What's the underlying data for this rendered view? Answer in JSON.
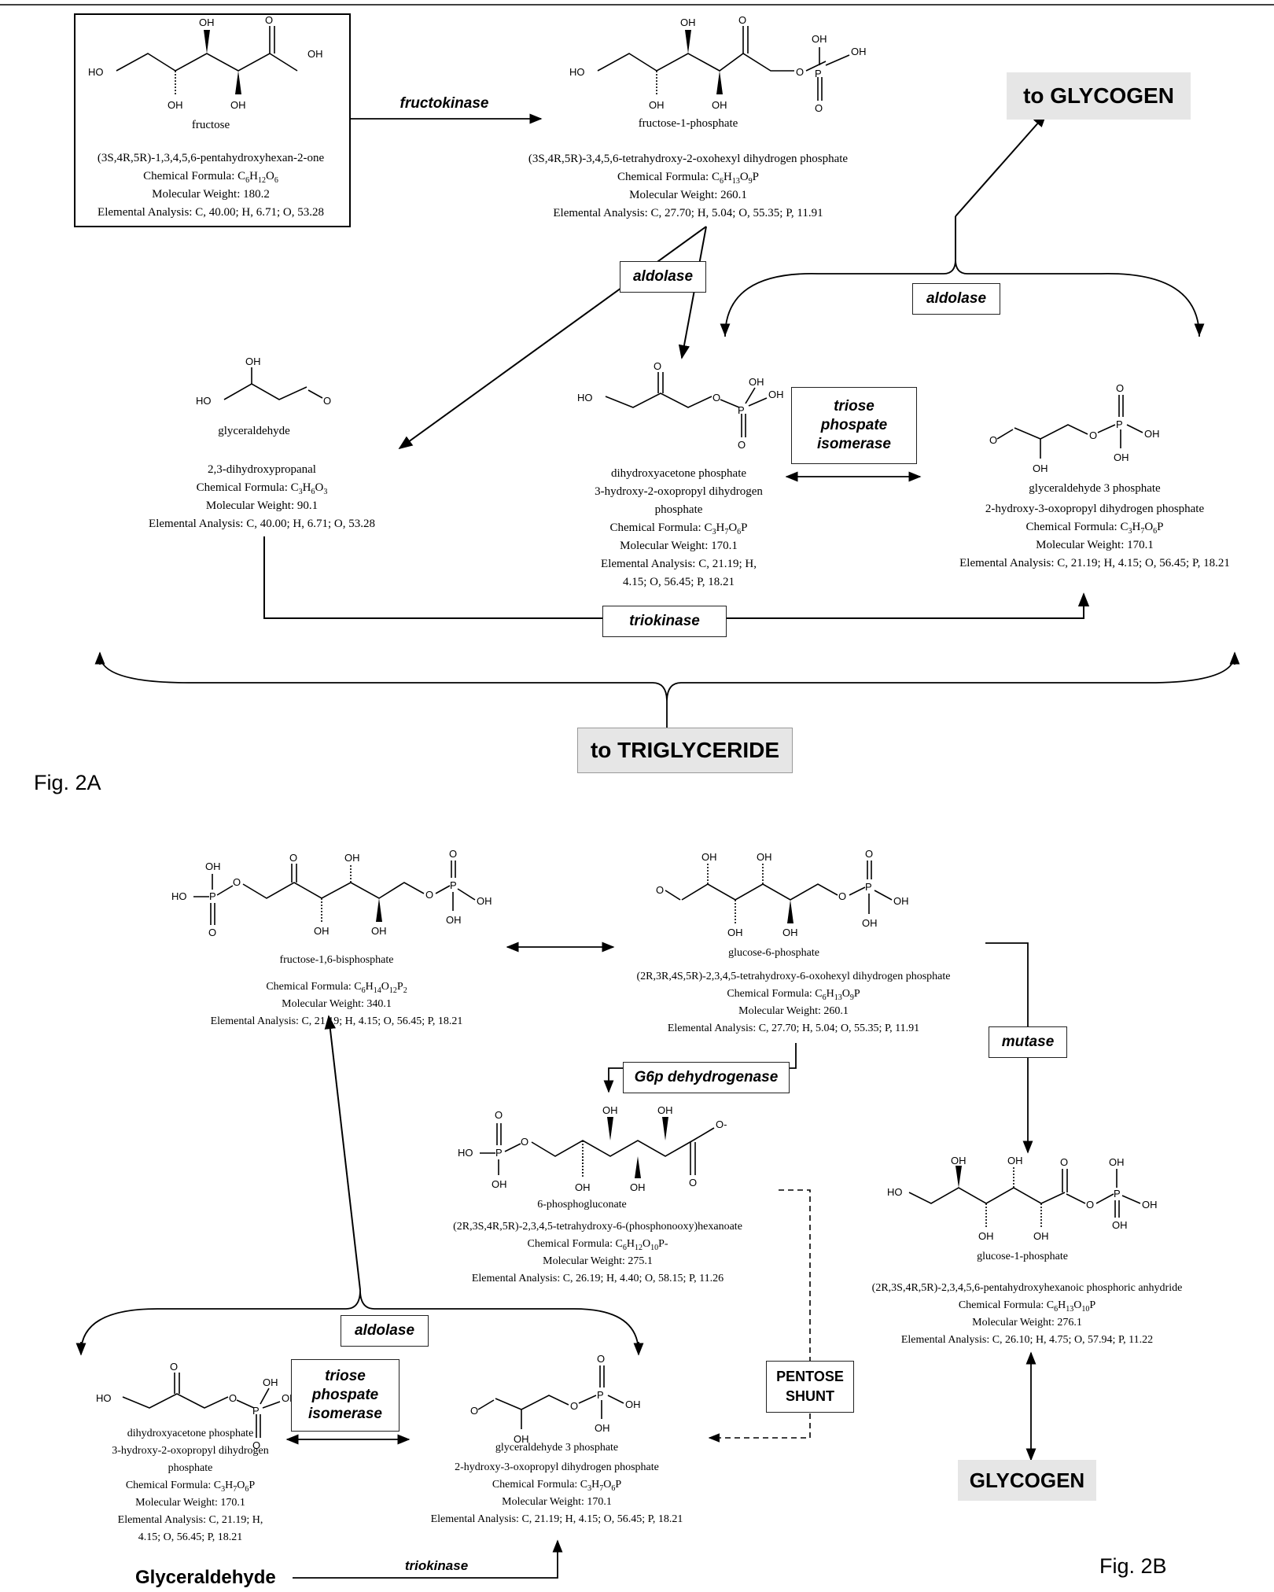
{
  "fig2a": {
    "label": "Fig. 2A",
    "fructose": {
      "name": "fructose",
      "iupac": "(3S,4R,5R)-1,3,4,5,6-pentahydroxyhexan-2-one",
      "formula": "Chemical Formula: C6H12O6",
      "mw": "Molecular Weight: 180.2",
      "ea": "Elemental Analysis: C, 40.00; H, 6.71; O, 53.28"
    },
    "f1p": {
      "name": "fructose-1-phosphate",
      "iupac": "(3S,4R,5R)-3,4,5,6-tetrahydroxy-2-oxohexyl dihydrogen phosphate",
      "formula": "Chemical Formula: C6H13O9P",
      "mw": "Molecular Weight: 260.1",
      "ea": "Elemental Analysis: C, 27.70; H, 5.04; O, 55.35; P, 11.91"
    },
    "glyceraldehyde": {
      "name": "glyceraldehyde",
      "iupac": "2,3-dihydroxypropanal",
      "formula": "Chemical Formula: C3H6O3",
      "mw": "Molecular Weight: 90.1",
      "ea": "Elemental Analysis: C, 40.00; H, 6.71; O, 53.28"
    },
    "dhap": {
      "name": "dihydroxyacetone phosphate",
      "iupac": "3-hydroxy-2-oxopropyl dihydrogen\nphosphate",
      "formula": "Chemical Formula: C3H7O6P",
      "mw": "Molecular Weight: 170.1",
      "ea": "Elemental Analysis: C, 21.19; H,\n4.15; O, 56.45; P, 18.21"
    },
    "g3p": {
      "name": "glyceraldehyde 3 phosphate",
      "iupac": "2-hydroxy-3-oxopropyl dihydrogen phosphate",
      "formula": "Chemical Formula: C3H7O6P",
      "mw": "Molecular Weight: 170.1",
      "ea": "Elemental Analysis: C, 21.19; H, 4.15; O, 56.45; P, 18.21"
    },
    "enzymes": {
      "fructokinase": "fructokinase",
      "aldolase_left": "aldolase",
      "aldolase_right": "aldolase",
      "tpi": "triose\nphospate\nisomerase",
      "triokinase": "triokinase"
    },
    "to_glycogen": "to GLYCOGEN",
    "to_triglyceride": "to TRIGLYCERIDE"
  },
  "fig2b": {
    "label": "Fig. 2B",
    "f16bp": {
      "name": "fructose-1,6-bisphosphate",
      "formula": "Chemical Formula: C6H14O12P2",
      "mw": "Molecular Weight: 340.1",
      "ea": "Elemental Analysis: C, 21.19; H, 4.15; O, 56.45; P, 18.21"
    },
    "g6p": {
      "name": "glucose-6-phosphate",
      "iupac": "(2R,3R,4S,5R)-2,3,4,5-tetrahydroxy-6-oxohexyl dihydrogen phosphate",
      "formula": "Chemical Formula: C6H13O9P",
      "mw": "Molecular Weight: 260.1",
      "ea": "Elemental Analysis: C, 27.70; H, 5.04; O, 55.35; P, 11.91"
    },
    "pg6": {
      "name": "6-phosphogluconate",
      "iupac": "(2R,3S,4R,5R)-2,3,4,5-tetrahydroxy-6-(phosphonooxy)hexanoate",
      "formula": "Chemical Formula: C6H12O10P-",
      "mw": "Molecular Weight: 275.1",
      "ea": "Elemental Analysis: C, 26.19; H, 4.40; O, 58.15; P, 11.26"
    },
    "g1p": {
      "name": "glucose-1-phosphate",
      "iupac": "(2R,3S,4R,5R)-2,3,4,5,6-pentahydroxyhexanoic phosphoric anhydride",
      "formula": "Chemical Formula: C6H13O10P",
      "mw": "Molecular Weight: 276.1",
      "ea": "Elemental Analysis: C, 26.10; H, 4.75; O, 57.94; P, 11.22"
    },
    "dhap": {
      "name": "dihydroxyacetone phosphate",
      "iupac": "3-hydroxy-2-oxopropyl dihydrogen\nphosphate",
      "formula": "Chemical Formula: C3H7O6P",
      "mw": "Molecular Weight: 170.1",
      "ea": "Elemental Analysis: C, 21.19; H,\n4.15; O, 56.45; P, 18.21"
    },
    "g3p": {
      "name": "glyceraldehyde 3 phosphate",
      "iupac": "2-hydroxy-3-oxopropyl dihydrogen phosphate",
      "formula": "Chemical Formula: C3H7O6P",
      "mw": "Molecular Weight: 170.1",
      "ea": "Elemental Analysis: C, 21.19; H, 4.15; O, 56.45; P, 18.21"
    },
    "enzymes": {
      "mutase": "mutase",
      "g6pdh": "G6p dehydrogenase",
      "aldolase": "aldolase",
      "tpi": "triose\nphospate\nisomerase",
      "triokinase": "triokinase"
    },
    "pentose_shunt": "PENTOSE\nSHUNT",
    "glycogen": "GLYCOGEN",
    "glyceraldehyde_label": "Glyceraldehyde"
  },
  "structure_atoms": {
    "ho": "HO",
    "oh": "OH",
    "o": "O",
    "p": "P",
    "o_minus": "O-"
  }
}
